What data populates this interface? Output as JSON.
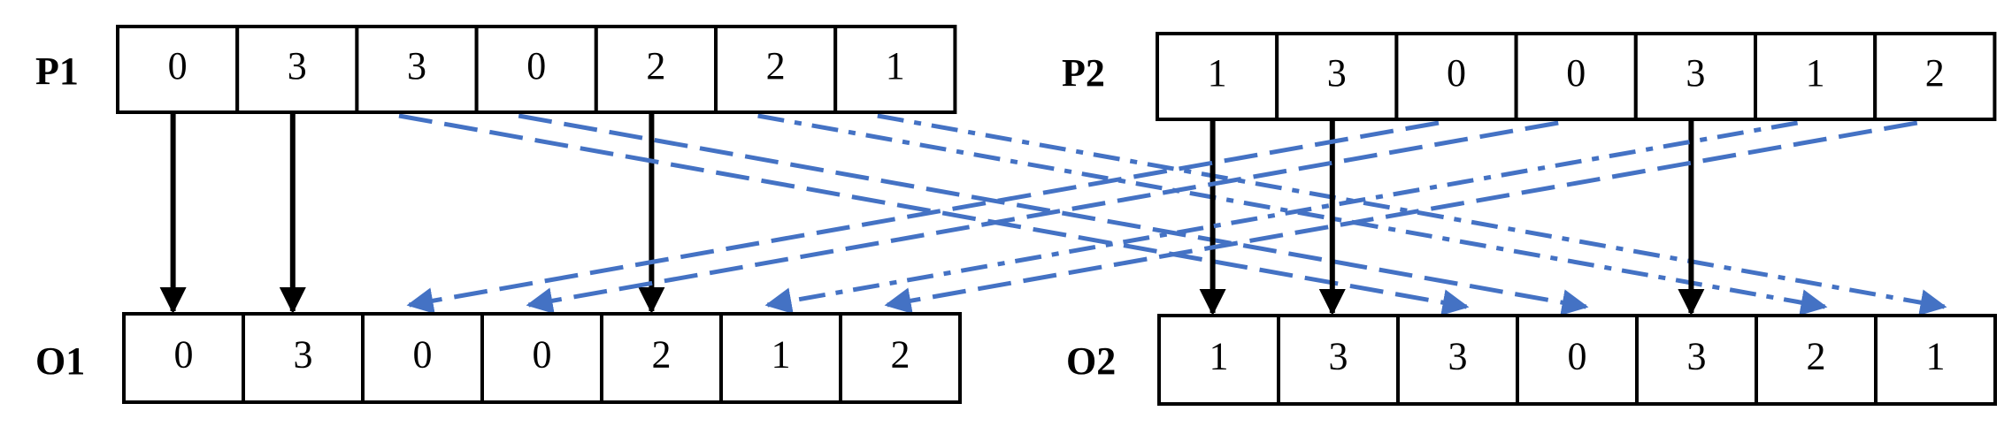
{
  "rows": [
    {
      "id": "p1",
      "label": "P1",
      "cells": [
        "0",
        "3",
        "3",
        "0",
        "2",
        "2",
        "1"
      ]
    },
    {
      "id": "p2",
      "label": "P2",
      "cells": [
        "1",
        "3",
        "0",
        "0",
        "3",
        "1",
        "2"
      ]
    },
    {
      "id": "o1",
      "label": "O1",
      "cells": [
        "0",
        "3",
        "0",
        "0",
        "2",
        "1",
        "2"
      ]
    },
    {
      "id": "o2",
      "label": "O2",
      "cells": [
        "1",
        "3",
        "3",
        "0",
        "3",
        "2",
        "1"
      ]
    }
  ],
  "colors": {
    "solid_arrow": "#000000",
    "dashed_arrow": "#4472C4"
  },
  "mappings": [
    {
      "from": "p1",
      "from_index": 0,
      "to": "o1",
      "to_index": 0,
      "style": "solid"
    },
    {
      "from": "p1",
      "from_index": 1,
      "to": "o1",
      "to_index": 1,
      "style": "solid"
    },
    {
      "from": "p1",
      "from_index": 4,
      "to": "o1",
      "to_index": 4,
      "style": "solid"
    },
    {
      "from": "p1",
      "from_index": 2,
      "to": "o2",
      "to_index": 2,
      "style": "dashed"
    },
    {
      "from": "p1",
      "from_index": 3,
      "to": "o2",
      "to_index": 3,
      "style": "dashed"
    },
    {
      "from": "p1",
      "from_index": 5,
      "to": "o2",
      "to_index": 5,
      "style": "dotdash"
    },
    {
      "from": "p1",
      "from_index": 6,
      "to": "o2",
      "to_index": 6,
      "style": "dotdash"
    },
    {
      "from": "p2",
      "from_index": 0,
      "to": "o2",
      "to_index": 0,
      "style": "solid"
    },
    {
      "from": "p2",
      "from_index": 1,
      "to": "o2",
      "to_index": 1,
      "style": "solid"
    },
    {
      "from": "p2",
      "from_index": 4,
      "to": "o2",
      "to_index": 4,
      "style": "solid"
    },
    {
      "from": "p2",
      "from_index": 2,
      "to": "o1",
      "to_index": 2,
      "style": "dashed"
    },
    {
      "from": "p2",
      "from_index": 3,
      "to": "o1",
      "to_index": 3,
      "style": "dashed"
    },
    {
      "from": "p2",
      "from_index": 5,
      "to": "o1",
      "to_index": 5,
      "style": "dotdash"
    },
    {
      "from": "p2",
      "from_index": 6,
      "to": "o1",
      "to_index": 6,
      "style": "dashed"
    }
  ]
}
